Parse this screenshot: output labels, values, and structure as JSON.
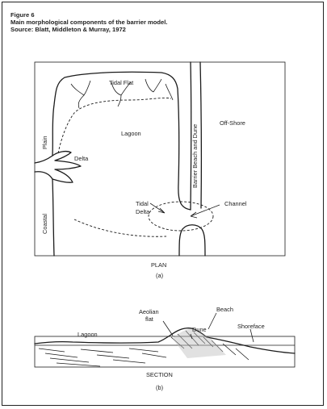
{
  "figure": {
    "number": "Figure 6",
    "title": "Main morphological components of the barrier model.",
    "source": "Source:  Blatt, Middleton & Murray, 1972"
  },
  "plan": {
    "labels": {
      "tidal_flat": "Tidal Flat",
      "lagoon": "Lagoon",
      "off_shore": "Off-Shore",
      "barrier_beach_dune": "Barrier Beach and Dune",
      "delta": "Delta",
      "coastal_plain_top": "Plain",
      "coastal_plain_bottom": "Coastal",
      "tidal_delta_1": "Tidal",
      "tidal_delta_2": "Delta",
      "channel": "Channel"
    },
    "view_title": "PLAN",
    "panel_tag": "(a)"
  },
  "section": {
    "labels": {
      "aeolian_1": "Aeolian",
      "aeolian_2": "flat",
      "beach": "Beach",
      "dune": "Dune",
      "shoreface": "Shoreface",
      "lagoon": "Lagoon"
    },
    "view_title": "SECTION",
    "panel_tag": "(b)"
  }
}
